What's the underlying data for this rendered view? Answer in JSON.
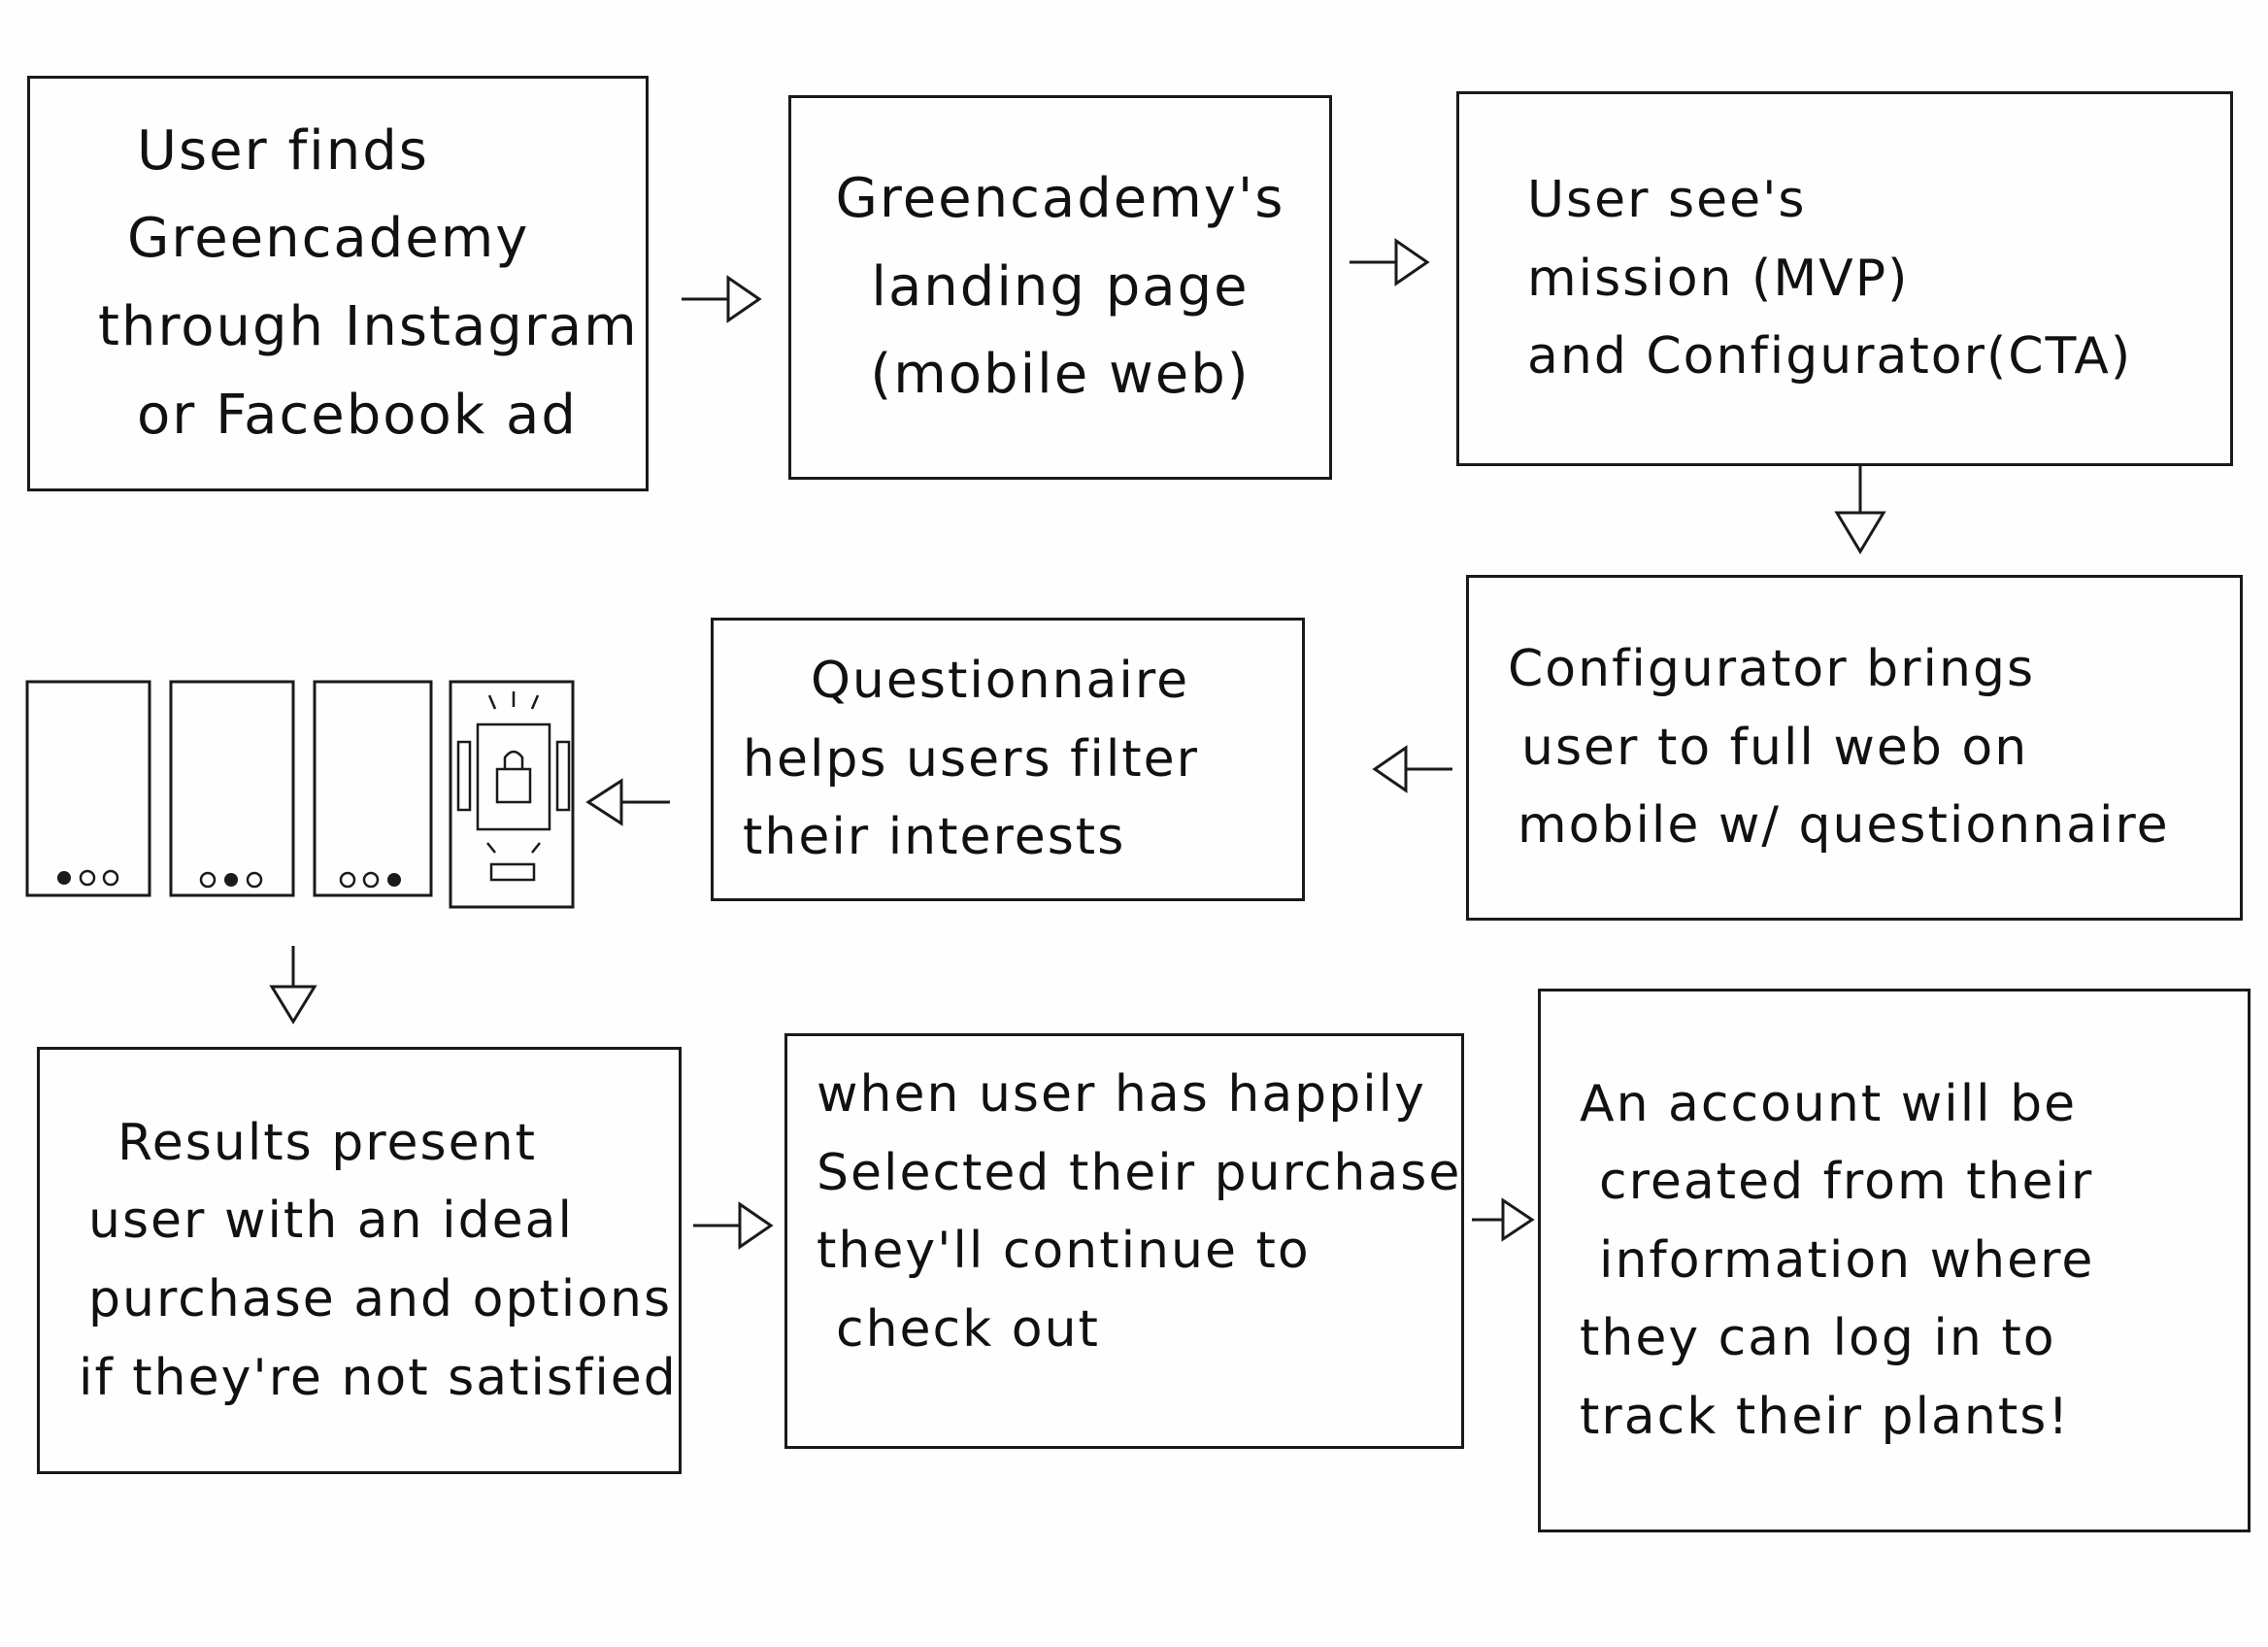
{
  "steps": {
    "s1": {
      "lines": [
        "User finds",
        "Greencademy",
        "through Instagram",
        "or Facebook ad"
      ]
    },
    "s2": {
      "lines": [
        "Greencademy's",
        "landing page",
        "(mobile web)"
      ]
    },
    "s3": {
      "lines": [
        "User see's",
        "mission (MVP)",
        "and Configurator(CTA)"
      ]
    },
    "s4": {
      "lines": [
        "Configurator brings",
        "user to full web on",
        "mobile w/ questionnaire"
      ]
    },
    "s5": {
      "lines": [
        "Questionnaire",
        "helps users filter",
        "their interests"
      ]
    },
    "s6": {
      "lines": [
        "Results present",
        "user with an ideal",
        "purchase and options",
        "if they're not satisfied"
      ]
    },
    "s7": {
      "lines": [
        "when user has happily",
        "Selected their purchase",
        "they'll continue to",
        "check out"
      ]
    },
    "s8": {
      "lines": [
        "An account will be",
        "created from their",
        "information where",
        "they can log in to",
        "track their plants!"
      ]
    }
  },
  "phone_screens": [
    {
      "dots": [
        "filled",
        "empty",
        "empty"
      ]
    },
    {
      "dots": [
        "empty",
        "filled",
        "empty"
      ]
    },
    {
      "dots": [
        "empty",
        "empty",
        "filled"
      ]
    },
    {
      "icon": "shopping-bag-icon"
    }
  ]
}
